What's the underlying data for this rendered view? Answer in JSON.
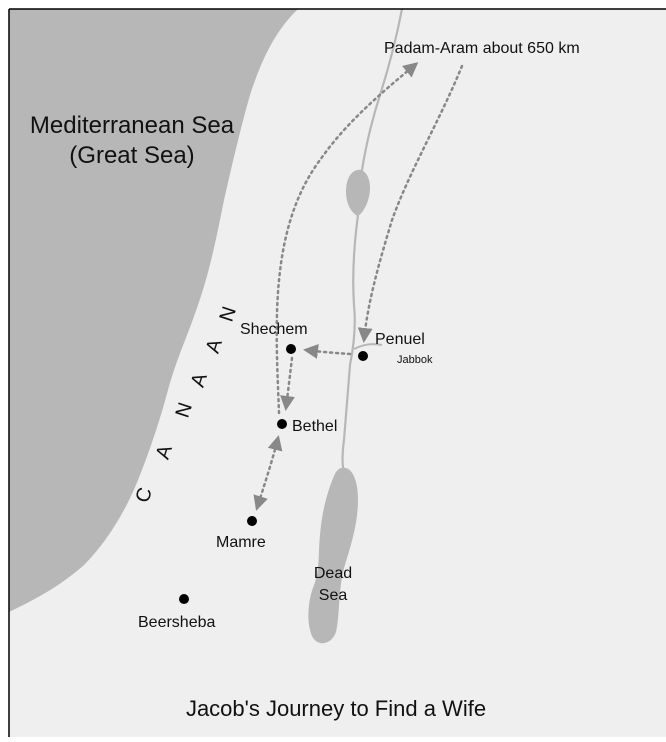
{
  "map": {
    "sea_label_line1": "Mediterranean Sea",
    "sea_label_line2": "(Great Sea)",
    "region_label": "CANAAN",
    "region_letters": [
      "C",
      "A",
      "N",
      "A",
      "A",
      "N"
    ],
    "destination_label": "Padam-Aram about 650 km",
    "places": [
      {
        "id": "shechem",
        "name": "Shechem"
      },
      {
        "id": "penuel",
        "name": "Penuel"
      },
      {
        "id": "bethel",
        "name": "Bethel"
      },
      {
        "id": "mamre",
        "name": "Mamre"
      },
      {
        "id": "beersheba",
        "name": "Beersheba"
      }
    ],
    "river_label": "Jabbok",
    "dead_sea_line1": "Dead",
    "dead_sea_line2": "Sea",
    "title": "Jacob's Journey to Find a Wife"
  },
  "colors": {
    "background": "#ffffff",
    "sea": "#b7b7b7",
    "land": "#efefef",
    "route": "#888888",
    "text": "#111111",
    "border": "#000000"
  }
}
